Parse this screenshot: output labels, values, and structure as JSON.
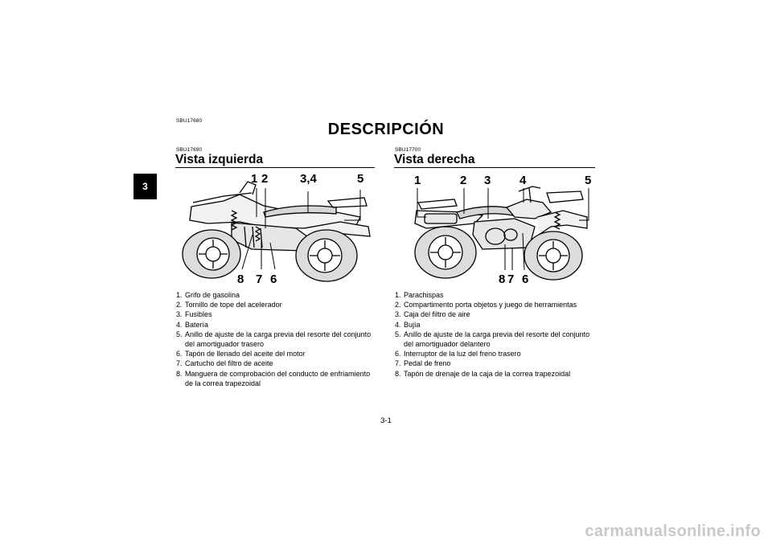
{
  "page": {
    "section_tab": "3",
    "header_code": "SBU17680",
    "title": "DESCRIPCIÓN",
    "page_number": "3-1",
    "watermark": "carmanualsonline.info"
  },
  "left": {
    "code": "SBU17690",
    "title": "Vista izquierda",
    "callouts": {
      "c1": "1",
      "c2": "2",
      "c34": "3,4",
      "c5": "5",
      "c8": "8",
      "c7": "7",
      "c6": "6"
    },
    "items": [
      {
        "num": "1.",
        "text": "Grifo de gasolina"
      },
      {
        "num": "2.",
        "text": "Tornillo de tope del acelerador"
      },
      {
        "num": "3.",
        "text": "Fusibles"
      },
      {
        "num": "4.",
        "text": "Batería"
      },
      {
        "num": "5.",
        "text": "Anillo de ajuste de la carga previa del resorte del conjunto del amortiguador trasero"
      },
      {
        "num": "6.",
        "text": "Tapón de llenado del aceite del motor"
      },
      {
        "num": "7.",
        "text": "Cartucho del filtro de aceite"
      },
      {
        "num": "8.",
        "text": "Manguera de comprobación del conducto de enfriamiento de la correa trapezoidal"
      }
    ]
  },
  "right": {
    "code": "SBU17700",
    "title": "Vista derecha",
    "callouts": {
      "c1": "1",
      "c2": "2",
      "c3": "3",
      "c4": "4",
      "c5": "5",
      "c8": "8",
      "c7": "7",
      "c6": "6"
    },
    "items": [
      {
        "num": "1.",
        "text": "Parachispas"
      },
      {
        "num": "2.",
        "text": "Compartimento porta objetos y juego de herramientas"
      },
      {
        "num": "3.",
        "text": "Caja del filtro de aire"
      },
      {
        "num": "4.",
        "text": "Bujía"
      },
      {
        "num": "5.",
        "text": "Anillo de ajuste de la carga previa del resorte del conjunto del amortiguador delantero"
      },
      {
        "num": "6.",
        "text": "Interruptor de la luz del freno trasero"
      },
      {
        "num": "7.",
        "text": "Pedal de freno"
      },
      {
        "num": "8.",
        "text": "Tapón de drenaje de la caja de la correa trapezoidal"
      }
    ]
  }
}
